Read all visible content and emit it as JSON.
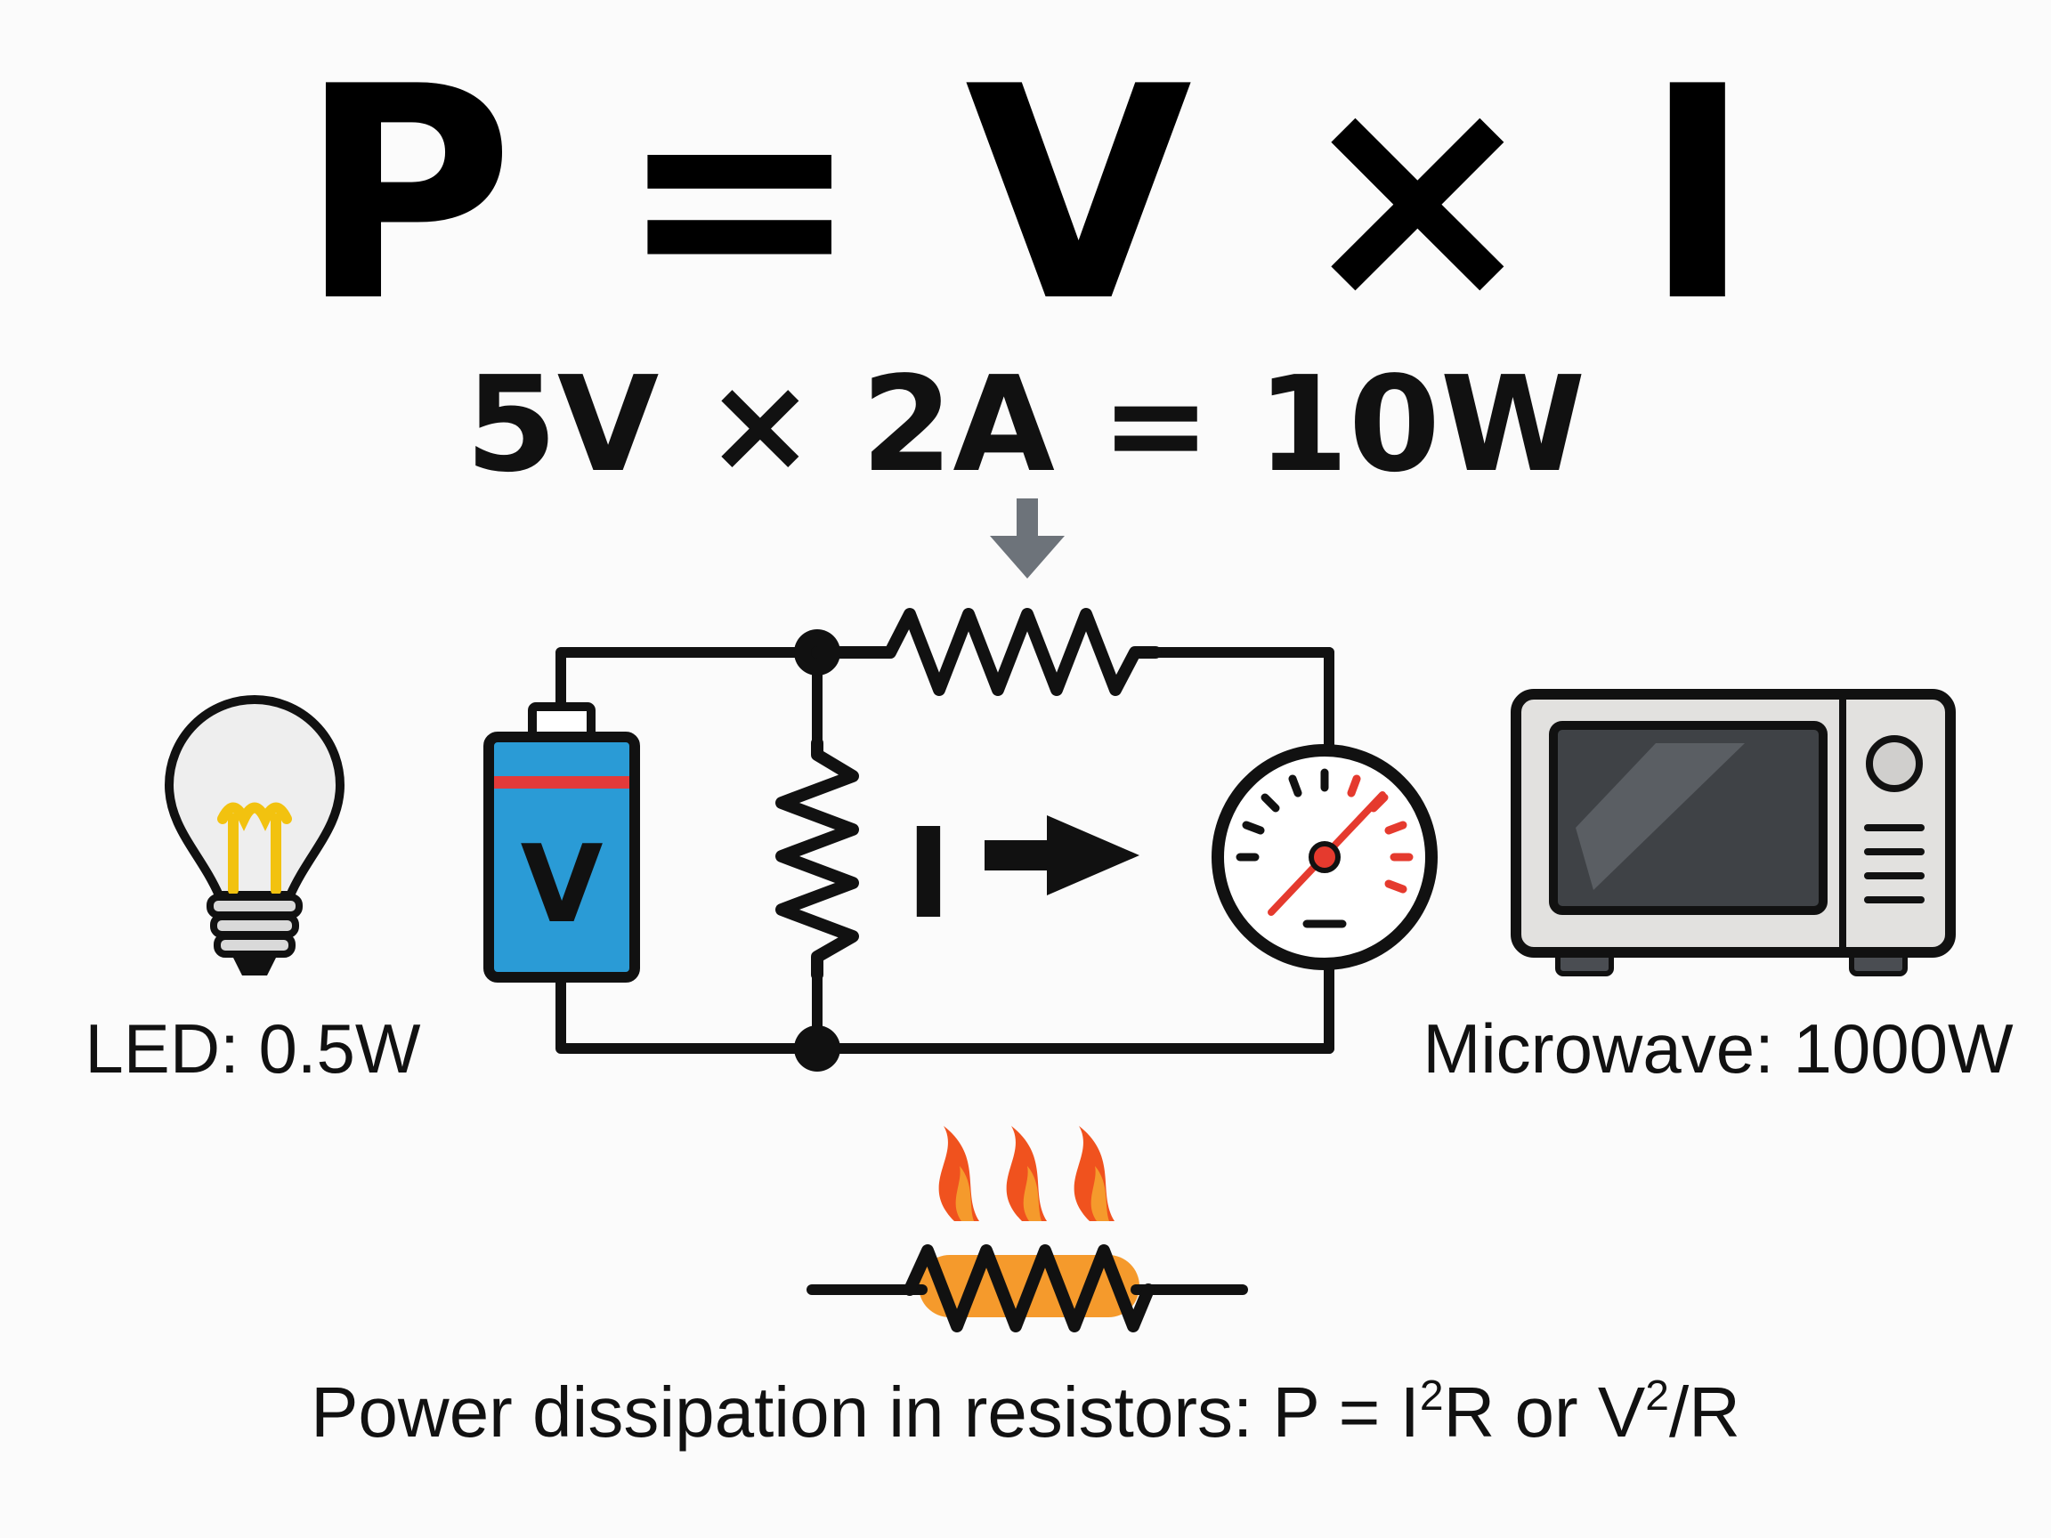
{
  "formula": {
    "main": "P = V × I",
    "example": "5V × 2A = 10W"
  },
  "battery": {
    "letter": "V"
  },
  "current": {
    "letter": "I"
  },
  "devices": {
    "led_label": "LED: 0.5W",
    "microwave_label": "Microwave: 1000W"
  },
  "caption": {
    "prefix": "Power dissipation in resistors: P = I",
    "sup1": "2",
    "middle": "R or V",
    "sup2": "2",
    "suffix": "/R"
  },
  "colors": {
    "battery_blue": "#2a9bd6",
    "battery_stripe": "#e33a3a",
    "bulb_filament": "#f2c20f",
    "heat_orange": "#f59a2c",
    "flame_red": "#f0521e",
    "gauge_red": "#e53a2e",
    "arrow_gray": "#6d737a",
    "microwave_body": "#e2e1df",
    "microwave_window": "#3f4246"
  },
  "icons": [
    "light-bulb-icon",
    "battery-icon",
    "resistor-icon",
    "current-arrow-icon",
    "gauge-meter-icon",
    "microwave-icon",
    "heat-flame-icon",
    "down-arrow-icon"
  ]
}
